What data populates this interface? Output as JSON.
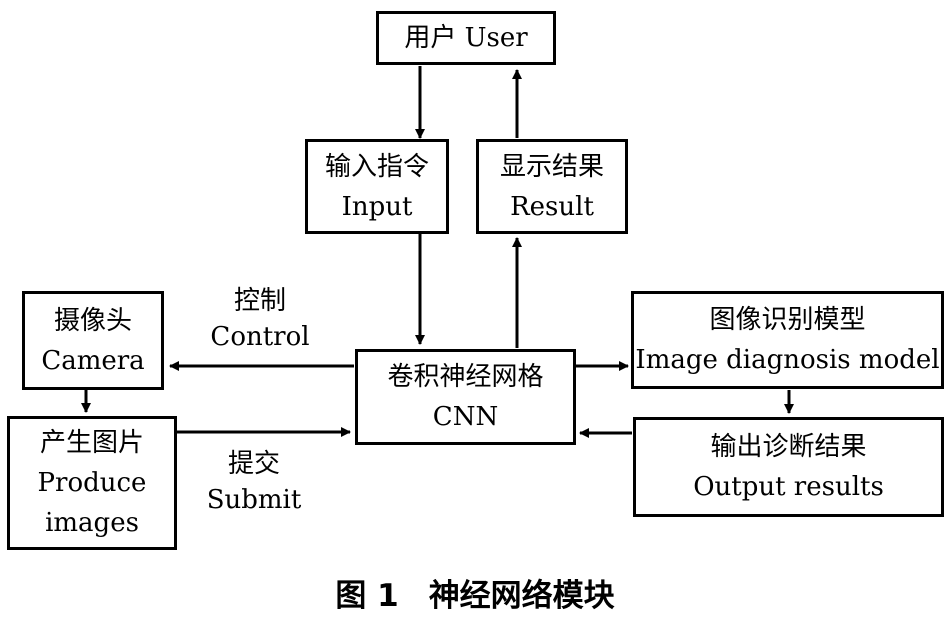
{
  "diagram": {
    "user": {
      "cn": "用户 User"
    },
    "input": {
      "cn": "输入指令",
      "en": "Input"
    },
    "result": {
      "cn": "显示结果",
      "en": "Result"
    },
    "camera": {
      "cn": "摄像头",
      "en": "Camera"
    },
    "cnn": {
      "cn": "卷积神经网格",
      "en": "CNN"
    },
    "image_model": {
      "cn": "图像识别模型",
      "en": "Image diagnosis model"
    },
    "produce": {
      "cn": "产生图片",
      "en1": "Produce",
      "en2": "images"
    },
    "output": {
      "cn": "输出诊断结果",
      "en": "Output results"
    },
    "control_label": {
      "cn": "控制",
      "en": "Control"
    },
    "submit_label": {
      "cn": "提交",
      "en": "Submit"
    }
  },
  "caption": {
    "number": "图 1",
    "title": "神经网络模块"
  }
}
